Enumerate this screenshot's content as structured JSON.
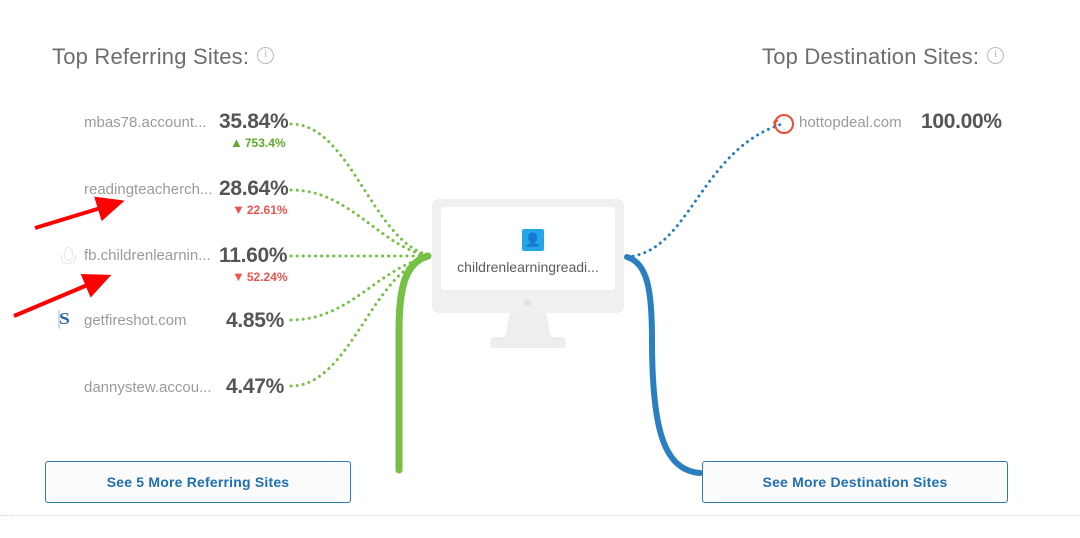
{
  "referring": {
    "title": "Top Referring Sites:",
    "info_icon": "info-icon",
    "button_label": "See 5 More Referring Sites",
    "sites": [
      {
        "name": "mbas78.account...",
        "pct": "35.84%",
        "delta": "753.4%",
        "dir": "up",
        "icon": "account-icon"
      },
      {
        "name": "readingteacherch...",
        "pct": "28.64%",
        "delta": "22.61%",
        "dir": "down",
        "icon": "blogger-icon"
      },
      {
        "name": "fb.childrenlearnin...",
        "pct": "11.60%",
        "delta": "52.24%",
        "dir": "down",
        "icon": "facebook-faint-icon"
      },
      {
        "name": "getfireshot.com",
        "pct": "4.85%",
        "delta": "",
        "dir": "",
        "icon": "fireshot-icon"
      },
      {
        "name": "dannystew.accou...",
        "pct": "4.47%",
        "delta": "",
        "dir": "",
        "icon": "account-icon"
      }
    ]
  },
  "destination": {
    "title": "Top Destination Sites:",
    "info_icon": "info-icon",
    "button_label": "See More Destination Sites",
    "sites": [
      {
        "name": "hottopdeal.com",
        "pct": "100.00%",
        "delta": "",
        "dir": "",
        "icon": "edeal-icon"
      }
    ]
  },
  "center": {
    "label": "childrenlearningreadi...",
    "logo_icon": "site-favicon"
  },
  "colors": {
    "referring_link": "#76c043",
    "destination_link": "#2a7fc1",
    "up": "#5faa2e",
    "down": "#ef5350",
    "button_border": "#2c7bb6",
    "button_text": "#1f6fb2",
    "annotation_arrow": "#ff0000"
  },
  "annotations": {
    "arrows": 2
  }
}
